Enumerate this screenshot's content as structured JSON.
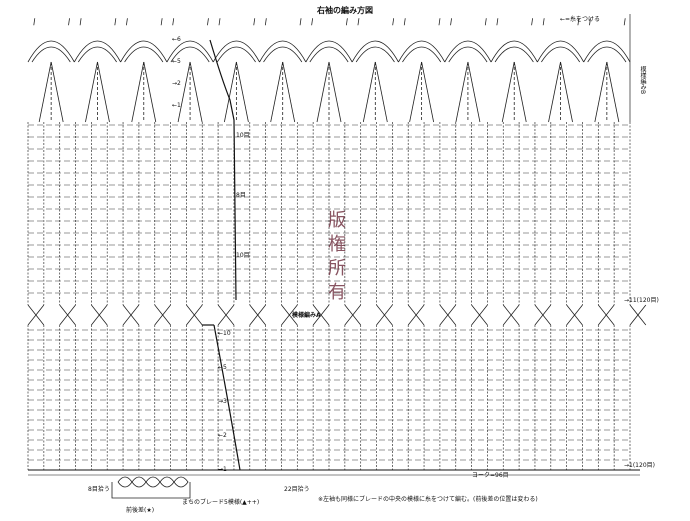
{
  "title": "右袖の編み方図",
  "watermark": "版権所有",
  "labels": {
    "attach_top": "←=糸をつける",
    "pattern_b": "模様編みB",
    "pattern_a": "模様編みA",
    "row_11": "→11(120目)",
    "row_1": "→1(120目)",
    "yoke": "ヨーク=96目",
    "pickup_8": "8目拾う",
    "pickup_22": "22目拾う",
    "braid_stitch": "前後差(★)",
    "braid_pattern": "まちのブレード5模様(▲++)",
    "note": "※左袖も同様にブレードの中央の模様に糸をつけて編む。(前後差の位置は変わる)",
    "row_marks_upper": [
      "←6",
      "←5",
      "→2",
      "←1"
    ],
    "row_marks_mid": [
      "10目",
      "8目",
      "10目"
    ],
    "row_marks_lower": [
      "←10",
      "←5",
      "→3",
      "←2",
      "→1"
    ]
  },
  "colors": {
    "line": "#222222",
    "accent": "#6b2a3a"
  }
}
